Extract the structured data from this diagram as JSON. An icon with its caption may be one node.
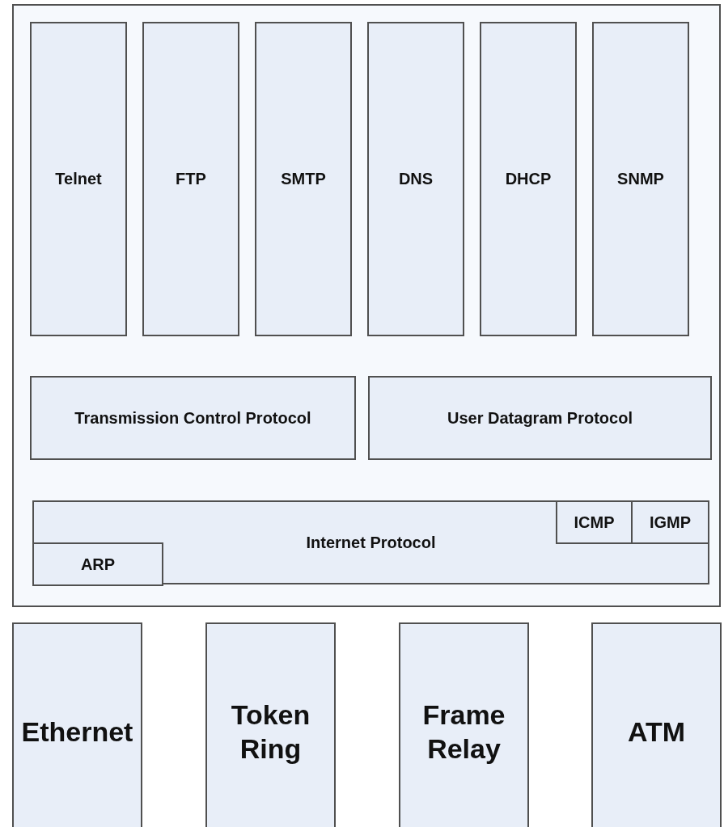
{
  "diagram": {
    "nodes": [
      {
        "text": [],
        "shape": "box"
      },
      {
        "text": [
          "Telnet"
        ],
        "in": 0
      },
      {
        "text": [
          "FTP"
        ],
        "in": 0
      },
      {
        "text": [
          "SMTP"
        ],
        "in": 0
      },
      {
        "text": [
          "DNS"
        ],
        "in": 0
      },
      {
        "text": [
          "DHCP"
        ],
        "in": 0
      },
      {
        "text": [
          "SNMP"
        ],
        "in": 0
      },
      {
        "text": [
          "Transmission Control Protocol"
        ],
        "in": 0
      },
      {
        "text": [
          "User Datagram Protocol"
        ],
        "in": 0
      },
      {
        "text": [
          "Internet Protocol"
        ],
        "in": 0
      },
      {
        "text": [
          "ICMP"
        ],
        "in": 9
      },
      {
        "text": [
          "IGMP"
        ],
        "in": 9
      },
      {
        "text": [
          "ARP"
        ],
        "in": 9
      },
      {
        "text": [
          "Ethernet"
        ]
      },
      {
        "text": [
          "Token Ring"
        ]
      },
      {
        "text": [
          "Frame Relay"
        ]
      },
      {
        "text": [
          "ATM"
        ]
      }
    ],
    "edges": []
  }
}
